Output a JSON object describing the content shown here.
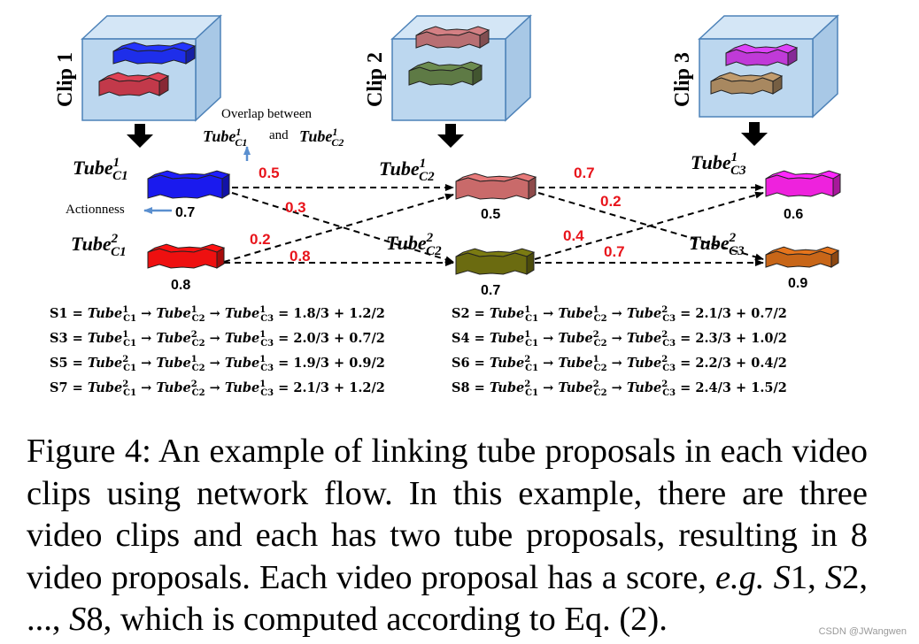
{
  "clips": [
    {
      "label": "Clip 1",
      "tubes": [
        {
          "color": "#1e2eea"
        },
        {
          "color": "#c2394a"
        }
      ]
    },
    {
      "label": "Clip 2",
      "tubes": [
        {
          "color": "#b86f73"
        },
        {
          "color": "#5e7a45"
        }
      ]
    },
    {
      "label": "Clip 3",
      "tubes": [
        {
          "color": "#c03ad8"
        },
        {
          "color": "#a88860"
        }
      ]
    }
  ],
  "proposals": [
    {
      "id": "c1_1",
      "base": "Tube",
      "sup": "1",
      "sub": "C1",
      "score": "0.7",
      "color": "#1a1aee"
    },
    {
      "id": "c1_2",
      "base": "Tube",
      "sup": "2",
      "sub": "C1",
      "score": "0.8",
      "color": "#ee1010"
    },
    {
      "id": "c2_1",
      "base": "Tube",
      "sup": "1",
      "sub": "C2",
      "score": "0.5",
      "color": "#c96a6a"
    },
    {
      "id": "c2_2",
      "base": "Tube",
      "sup": "2",
      "sub": "C2",
      "score": "0.7",
      "color": "#6b6b10"
    },
    {
      "id": "c3_1",
      "base": "Tube",
      "sup": "1",
      "sub": "C3",
      "score": "0.6",
      "color": "#ee22dd"
    },
    {
      "id": "c3_2",
      "base": "Tube",
      "sup": "2",
      "sub": "C3",
      "score": "0.9",
      "color": "#c86618"
    }
  ],
  "edges": [
    {
      "from": "c1_1",
      "to": "c2_1",
      "weight": "0.5"
    },
    {
      "from": "c1_1",
      "to": "c2_2",
      "weight": "0.3"
    },
    {
      "from": "c1_2",
      "to": "c2_1",
      "weight": "0.2"
    },
    {
      "from": "c1_2",
      "to": "c2_2",
      "weight": "0.8"
    },
    {
      "from": "c2_1",
      "to": "c3_1",
      "weight": "0.7"
    },
    {
      "from": "c2_1",
      "to": "c3_2",
      "weight": "0.2"
    },
    {
      "from": "c2_2",
      "to": "c3_1",
      "weight": "0.4"
    },
    {
      "from": "c2_2",
      "to": "c3_2",
      "weight": "0.7"
    }
  ],
  "annotations": {
    "overlap_line1": "Overlap between",
    "overlap_and": "and",
    "actionness": "Actionness"
  },
  "formulas": [
    {
      "name": "S1",
      "path": [
        [
          "1",
          "C1"
        ],
        [
          "1",
          "C2"
        ],
        [
          "1",
          "C3"
        ]
      ],
      "expr": "= 1.8/3 + 1.2/2"
    },
    {
      "name": "S2",
      "path": [
        [
          "1",
          "C1"
        ],
        [
          "1",
          "C2"
        ],
        [
          "2",
          "C3"
        ]
      ],
      "expr": "= 2.1/3 + 0.7/2"
    },
    {
      "name": "S3",
      "path": [
        [
          "1",
          "C1"
        ],
        [
          "2",
          "C2"
        ],
        [
          "1",
          "C3"
        ]
      ],
      "expr": "= 2.0/3 + 0.7/2"
    },
    {
      "name": "S4",
      "path": [
        [
          "1",
          "C1"
        ],
        [
          "2",
          "C2"
        ],
        [
          "2",
          "C3"
        ]
      ],
      "expr": "= 2.3/3 + 1.0/2"
    },
    {
      "name": "S5",
      "path": [
        [
          "2",
          "C1"
        ],
        [
          "1",
          "C2"
        ],
        [
          "1",
          "C3"
        ]
      ],
      "expr": "= 1.9/3 + 0.9/2"
    },
    {
      "name": "S6",
      "path": [
        [
          "2",
          "C1"
        ],
        [
          "1",
          "C2"
        ],
        [
          "2",
          "C3"
        ]
      ],
      "expr": "= 2.2/3 + 0.4/2"
    },
    {
      "name": "S7",
      "path": [
        [
          "2",
          "C1"
        ],
        [
          "2",
          "C2"
        ],
        [
          "1",
          "C3"
        ]
      ],
      "expr": "= 2.1/3 + 1.2/2"
    },
    {
      "name": "S8",
      "path": [
        [
          "2",
          "C1"
        ],
        [
          "2",
          "C2"
        ],
        [
          "2",
          "C3"
        ]
      ],
      "expr": "= 2.4/3 + 1.5/2"
    }
  ],
  "caption": {
    "p1": "Figure 4:  An example of linking tube proposals in each video clips using network flow.  In this example, there are three video clips and each has two tube proposals, resulting in 8 video proposals. Each video proposal has a score, ",
    "eg": "e.g.",
    "p2": " ",
    "s1": "S",
    "n1": "1, ",
    "s2": "S",
    "n2": "2, ..., ",
    "s8": "S",
    "n8": "8, which is computed according to Eq. (2)."
  },
  "watermark": "CSDN @JWangwen",
  "colors": {
    "edge_weight": "#e8141b",
    "cube_face": "#bcd7ef",
    "cube_edge": "#4d82b8",
    "arrow_blue": "#5a8fcf"
  }
}
